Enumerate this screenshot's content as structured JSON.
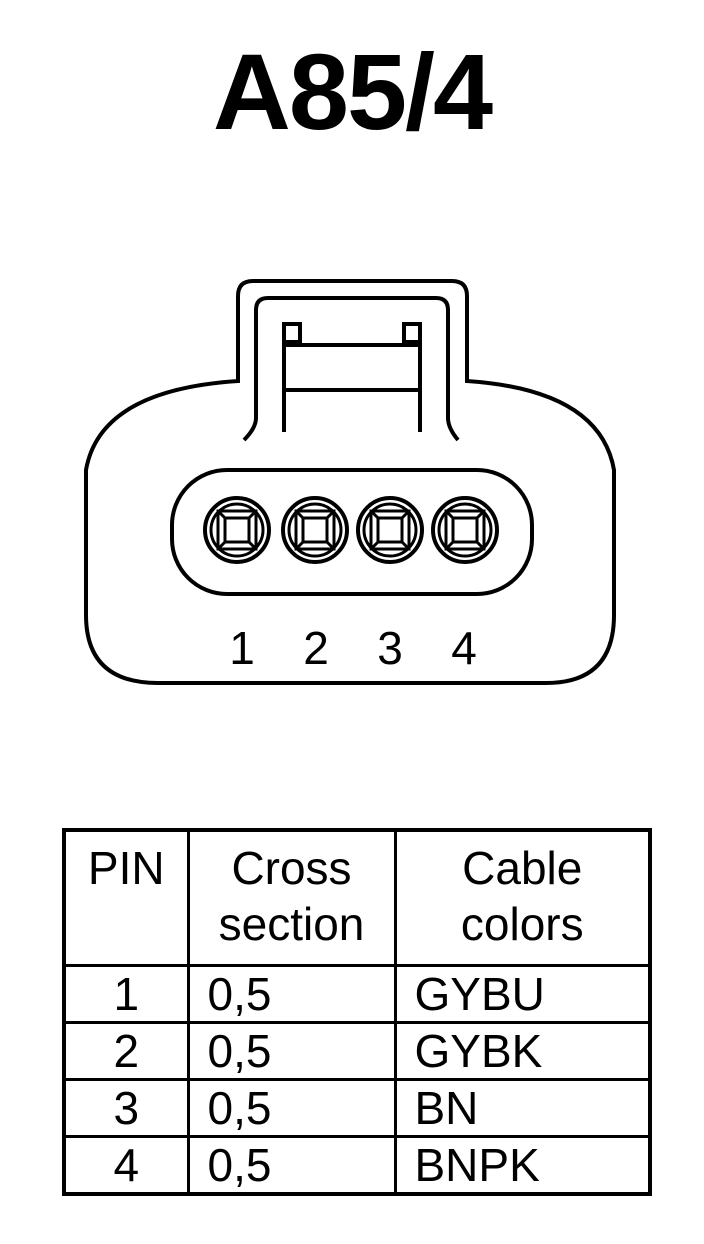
{
  "title": "A85/4",
  "connector": {
    "pin_labels": [
      "1",
      "2",
      "3",
      "4"
    ]
  },
  "table": {
    "headers": {
      "pin": "PIN",
      "cross_section": [
        "Cross",
        "section"
      ],
      "cable_colors": [
        "Cable",
        "colors"
      ]
    },
    "rows": [
      {
        "pin": "1",
        "cross_section": "0,5",
        "color": "GYBU"
      },
      {
        "pin": "2",
        "cross_section": "0,5",
        "color": "GYBK"
      },
      {
        "pin": "3",
        "cross_section": "0,5",
        "color": "BN"
      },
      {
        "pin": "4",
        "cross_section": "0,5",
        "color": "BNPK"
      }
    ]
  }
}
